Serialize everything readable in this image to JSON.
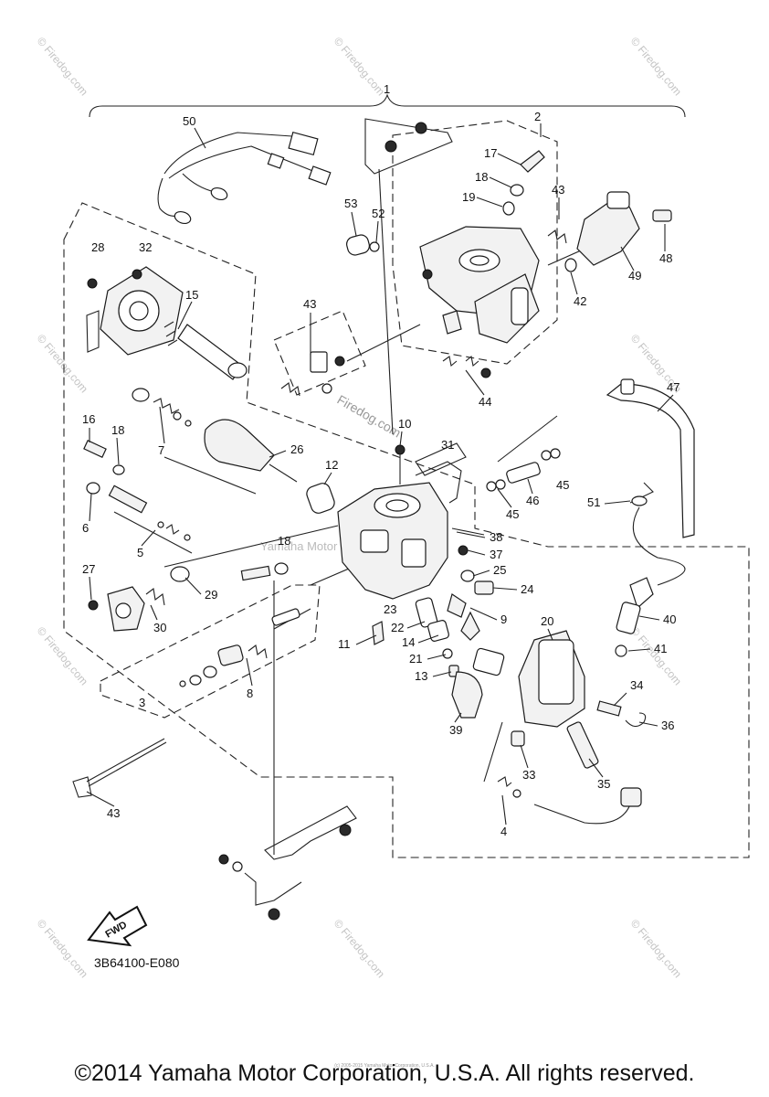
{
  "diagram_code": "3B64100-E080",
  "fwd_label": "FWD",
  "copyright": "©2014 Yamaha Motor Corporation, U.S.A. All rights reserved.",
  "tiny_note": "(c) 2005-2015 Yamaha Motor Corporation, U.S.A.",
  "watermark": "© Firedog.com",
  "center_watermark": "Firedog.com",
  "center_faint_text": "Yamaha Motor Corporation, U.S.A.",
  "callouts": {
    "c1": "1",
    "c2": "2",
    "c3": "3",
    "c4": "4",
    "c5": "5",
    "c6": "6",
    "c7": "7",
    "c8": "8",
    "c9": "9",
    "c10": "10",
    "c11": "11",
    "c12": "12",
    "c13": "13",
    "c14": "14",
    "c15": "15",
    "c16": "16",
    "c17": "17",
    "c18a": "18",
    "c18b": "18",
    "c18c": "18",
    "c19": "19",
    "c20": "20",
    "c21": "21",
    "c22": "22",
    "c23": "23",
    "c24": "24",
    "c25": "25",
    "c26": "26",
    "c27": "27",
    "c28": "28",
    "c29": "29",
    "c30": "30",
    "c31": "31",
    "c32": "32",
    "c33": "33",
    "c34": "34",
    "c35": "35",
    "c36": "36",
    "c37": "37",
    "c38": "38",
    "c39": "39",
    "c40": "40",
    "c41": "41",
    "c42": "42",
    "c43a": "43",
    "c43b": "43",
    "c43c": "43",
    "c44": "44",
    "c45a": "45",
    "c45b": "45",
    "c46": "46",
    "c47": "47",
    "c48": "48",
    "c49": "49",
    "c50": "50",
    "c51": "51",
    "c52": "52",
    "c53": "53"
  }
}
